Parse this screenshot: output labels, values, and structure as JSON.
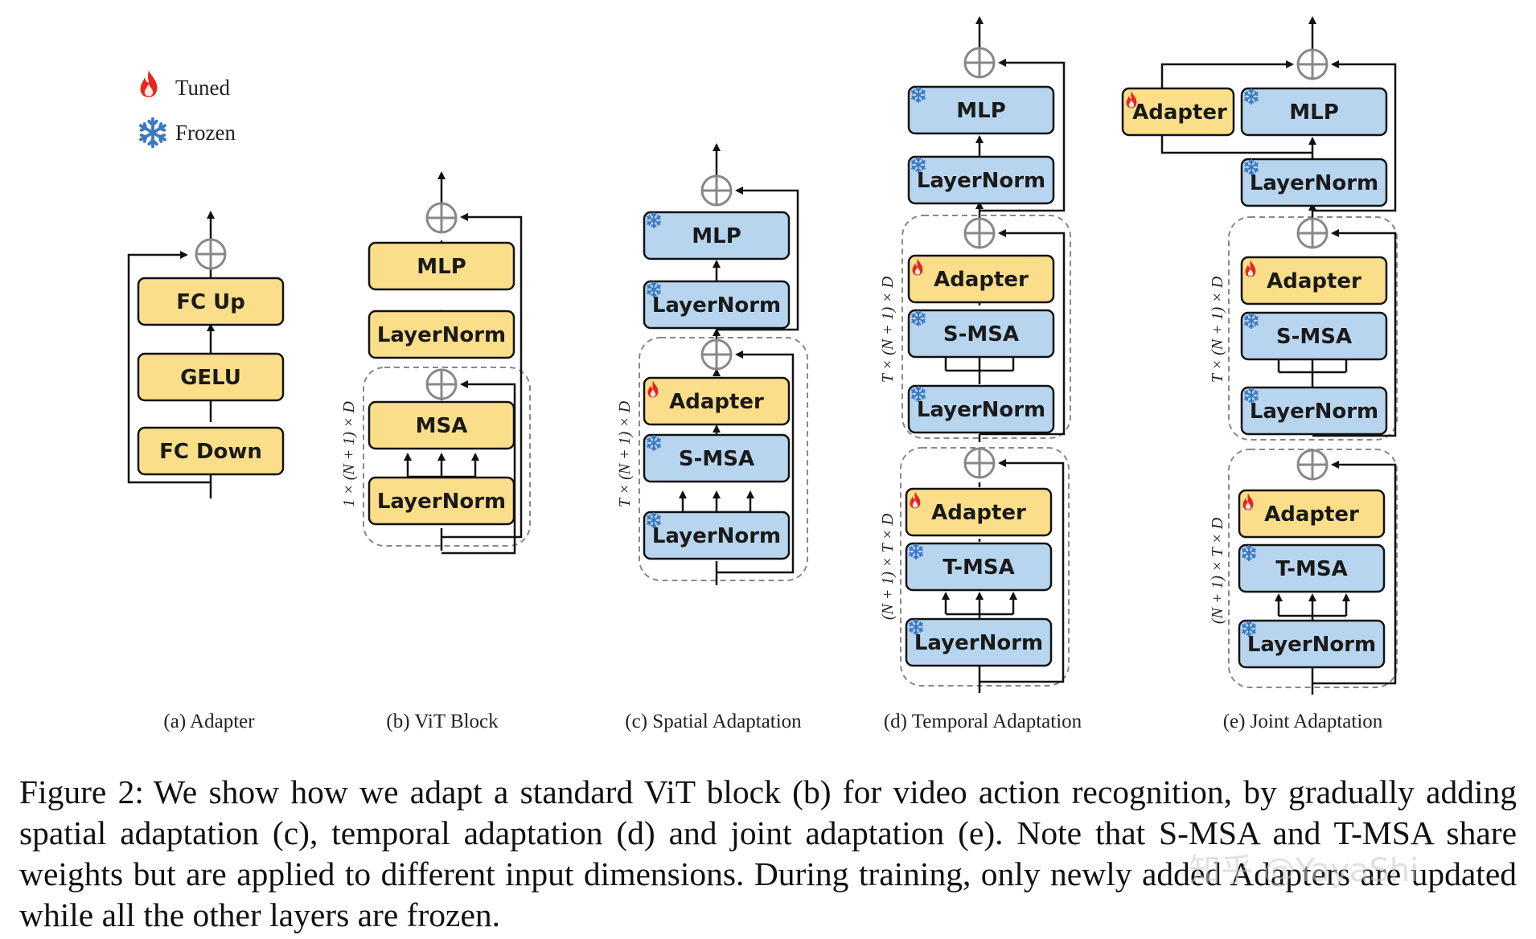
{
  "legend": {
    "tuned": "Tuned",
    "frozen": "Frozen"
  },
  "colors": {
    "tuned_fill": "#FBDE8A",
    "frozen_fill": "#B7D5EE",
    "stroke": "#111111",
    "dashed": "#888888",
    "flame": "#E8251A",
    "snow": "#3A78C3"
  },
  "panels": {
    "a": {
      "caption": "(a) Adapter",
      "blocks": [
        {
          "label": "FC Up",
          "state": "tuned-plain"
        },
        {
          "label": "GELU",
          "state": "tuned-plain"
        },
        {
          "label": "FC Down",
          "state": "tuned-plain"
        }
      ]
    },
    "b": {
      "caption": "(b) ViT Block",
      "dim": "1 × (N + 1) × D",
      "blocks": [
        {
          "label": "MLP",
          "state": "tuned-plain"
        },
        {
          "label": "LayerNorm",
          "state": "tuned-plain"
        },
        {
          "label": "MSA",
          "state": "tuned-plain"
        },
        {
          "label": "LayerNorm",
          "state": "tuned-plain"
        }
      ]
    },
    "c": {
      "caption": "(c) Spatial Adaptation",
      "dim": "T × (N + 1) × D",
      "blocks": [
        {
          "label": "MLP",
          "state": "frozen"
        },
        {
          "label": "LayerNorm",
          "state": "frozen"
        },
        {
          "label": "Adapter",
          "state": "tuned"
        },
        {
          "label": "S-MSA",
          "state": "frozen"
        },
        {
          "label": "LayerNorm",
          "state": "frozen"
        }
      ]
    },
    "d": {
      "caption": "(d) Temporal Adaptation",
      "dim_top": "T × (N + 1) × D",
      "dim_bottom": "(N + 1) × T × D",
      "blocks": [
        {
          "label": "MLP",
          "state": "frozen"
        },
        {
          "label": "LayerNorm",
          "state": "frozen"
        },
        {
          "label": "Adapter",
          "state": "tuned"
        },
        {
          "label": "S-MSA",
          "state": "frozen"
        },
        {
          "label": "LayerNorm",
          "state": "frozen"
        },
        {
          "label": "Adapter",
          "state": "tuned"
        },
        {
          "label": "T-MSA",
          "state": "frozen"
        },
        {
          "label": "LayerNorm",
          "state": "frozen"
        }
      ]
    },
    "e": {
      "caption": "(e) Joint Adaptation",
      "dim_top": "T × (N + 1) × D",
      "dim_bottom": "(N + 1) × T × D",
      "blocks": [
        {
          "label": "Adapter",
          "state": "tuned"
        },
        {
          "label": "MLP",
          "state": "frozen"
        },
        {
          "label": "LayerNorm",
          "state": "frozen"
        },
        {
          "label": "Adapter",
          "state": "tuned"
        },
        {
          "label": "S-MSA",
          "state": "frozen"
        },
        {
          "label": "LayerNorm",
          "state": "frozen"
        },
        {
          "label": "Adapter",
          "state": "tuned"
        },
        {
          "label": "T-MSA",
          "state": "frozen"
        },
        {
          "label": "LayerNorm",
          "state": "frozen"
        }
      ]
    }
  },
  "figure_caption": {
    "label": "Figure 2:",
    "text": "We show how we adapt a standard ViT block (b) for video action recognition, by gradually adding spatial adaptation (c), temporal adaptation (d) and joint adaptation (e). Note that S-MSA and T-MSA share weights but are applied to different input dimensions. During training, only newly added Adapters are updated while all the other layers are frozen."
  },
  "watermark": "知乎 @YayaShi"
}
